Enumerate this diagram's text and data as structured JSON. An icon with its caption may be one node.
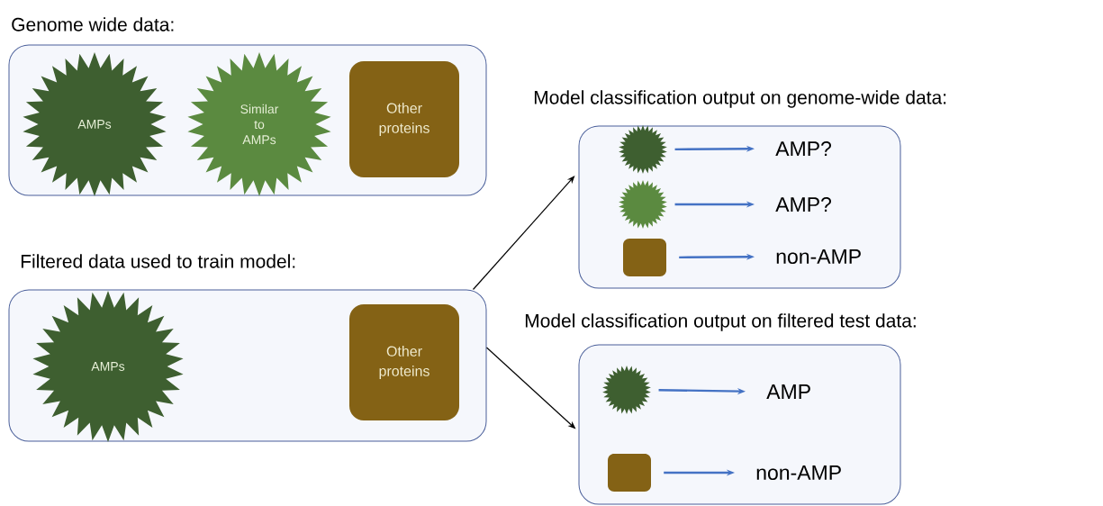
{
  "diagram": {
    "nodes": [
      {
        "text": [
          "Genome wide data:"
        ]
      },
      {
        "text": [
          "AMPs"
        ],
        "in": 0
      },
      {
        "text": [
          "Similar to AMPs"
        ],
        "in": 0
      },
      {
        "text": [
          "Other proteins"
        ],
        "in": 0
      },
      {
        "text": [
          "Filtered data used to train model:"
        ]
      },
      {
        "text": [
          "AMPs"
        ],
        "in": 4
      },
      {
        "text": [
          "Other proteins"
        ],
        "in": 4
      },
      {
        "text": [
          "Model classification output on genome-wide data:"
        ]
      },
      {
        "text": [],
        "shape": "star",
        "in": 7
      },
      {
        "text": [],
        "shape": "star",
        "in": 7
      },
      {
        "text": [],
        "shape": "box",
        "in": 7
      },
      {
        "text": [
          "AMP?"
        ],
        "in": 7
      },
      {
        "text": [
          "AMP?"
        ],
        "in": 7
      },
      {
        "text": [
          "non-AMP"
        ],
        "in": 7
      },
      {
        "text": [
          "Model classification output on filtered test data:"
        ]
      },
      {
        "text": [],
        "shape": "star",
        "in": 14
      },
      {
        "text": [],
        "shape": "box",
        "in": 14
      },
      {
        "text": [
          "AMP"
        ],
        "in": 14
      },
      {
        "text": [
          "non-AMP"
        ],
        "in": 14
      }
    ],
    "edges": [
      {
        "from": 4,
        "to": 7,
        "arrow": "to",
        "color": "#000000"
      },
      {
        "from": 4,
        "to": 14,
        "arrow": "to",
        "color": "#000000"
      },
      {
        "from": 8,
        "to": 11,
        "arrow": "to"
      },
      {
        "from": 9,
        "to": 12,
        "arrow": "to"
      },
      {
        "from": 10,
        "to": 13,
        "arrow": "to"
      },
      {
        "from": 15,
        "to": 17,
        "arrow": "to"
      },
      {
        "from": 16,
        "to": 18,
        "arrow": "to"
      }
    ]
  }
}
